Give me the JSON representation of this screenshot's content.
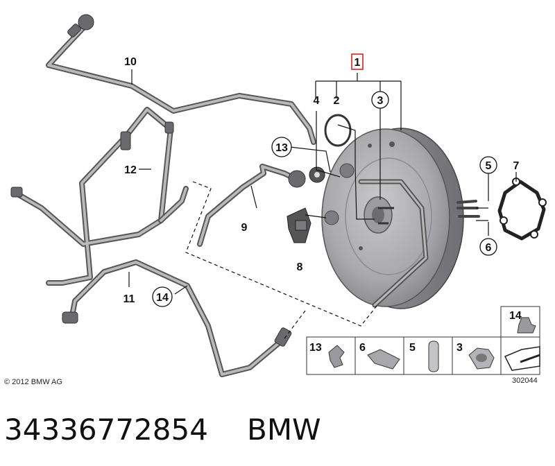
{
  "labels": {
    "assembly": "1",
    "seal_ring": "2",
    "nut": "3",
    "grommet": "4",
    "stud": "5",
    "clip": "6",
    "gasket": "7",
    "sensor": "8",
    "hose_short": "9",
    "hose_long": "10",
    "pipe_lower": "11",
    "pipe_left": "12",
    "clip_a": "13",
    "clip_b": "14"
  },
  "legend": {
    "cells": [
      "13",
      "6",
      "5",
      "3"
    ],
    "top_cell": "14"
  },
  "copyright": "© 2012 BMW AG",
  "drawing_number": "302044",
  "part_number": "34336772854",
  "brand": "BMW"
}
